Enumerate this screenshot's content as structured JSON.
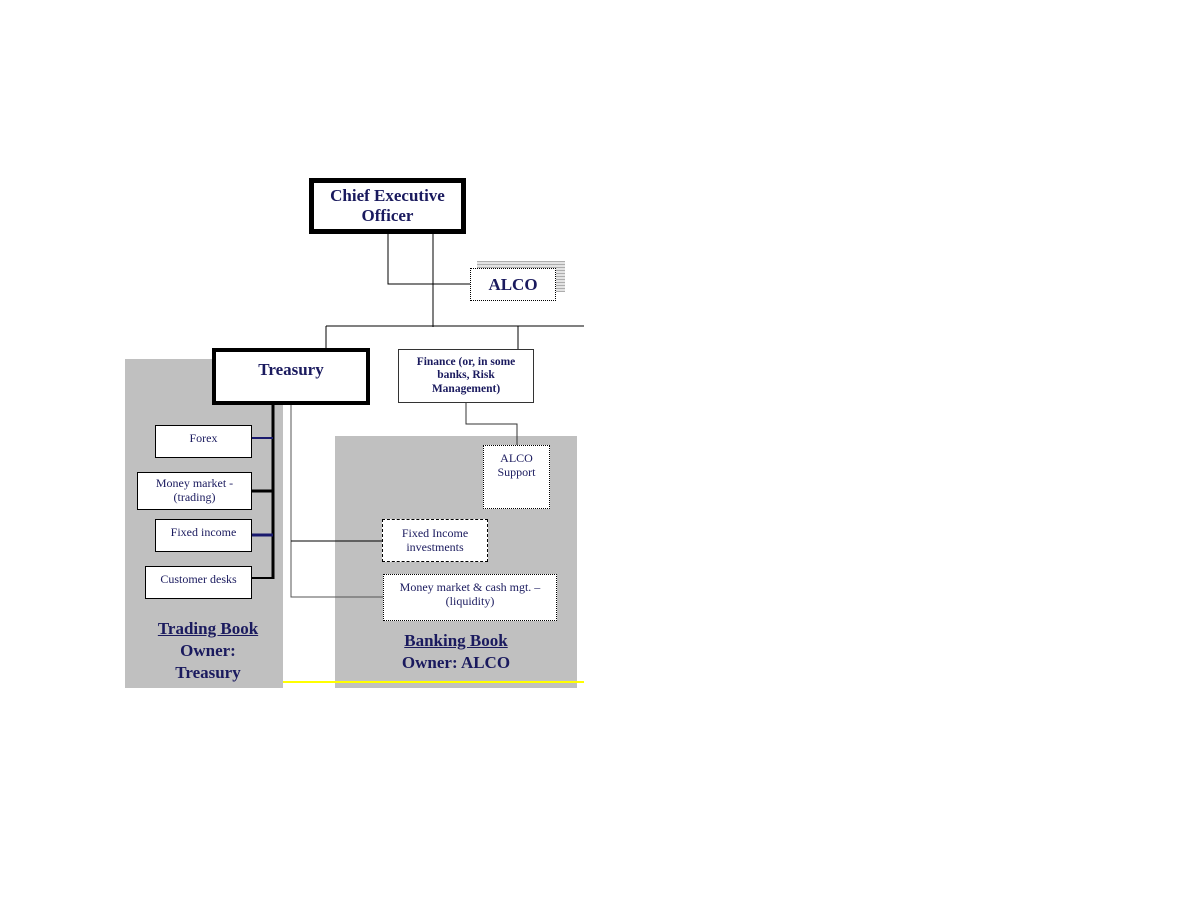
{
  "ceo": "Chief Executive Officer",
  "alco": "ALCO",
  "treasury": "Treasury",
  "finance": "Finance (or, in some banks, Risk Management)",
  "trading_desks": [
    "Forex",
    "Money market - (trading)",
    "Fixed income",
    "Customer desks"
  ],
  "alco_support": "ALCO Support",
  "fixed_income_investments": "Fixed Income investments",
  "money_market_cash": "Money market & cash mgt. – (liquidity)",
  "trading_book": {
    "title": "Trading Book",
    "owner_label": "Owner:",
    "owner": "Treasury"
  },
  "banking_book": {
    "title": "Banking Book",
    "owner": "Owner: ALCO"
  }
}
